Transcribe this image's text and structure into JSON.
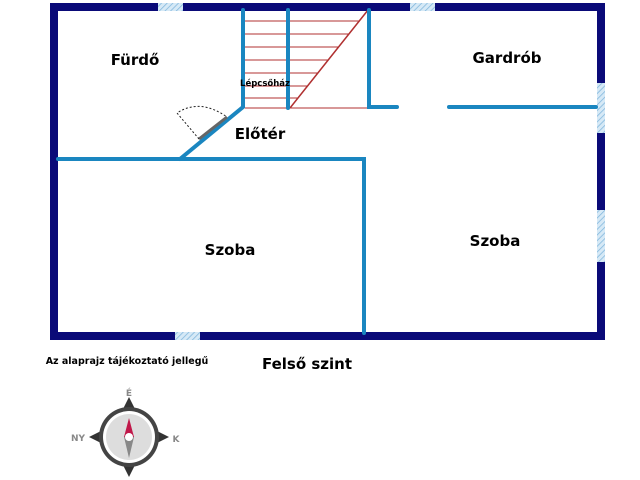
{
  "rooms": {
    "furdo": "Fürdő",
    "gardrob": "Gardrób",
    "lepcsohaz": "Lépcsőház",
    "eloter": "Előtér",
    "szoba_left": "Szoba",
    "szoba_right": "Szoba"
  },
  "level_title": "Felső szint",
  "disclaimer": "Az alaprajz tájékoztató jellegű",
  "compass": {
    "north": "É",
    "west": "NY",
    "east": "K"
  },
  "colors": {
    "outer_wall": "#0a0a78",
    "inner_wall": "#1a86c0",
    "stairs": "#b03030",
    "window": "#a9d0ea"
  }
}
